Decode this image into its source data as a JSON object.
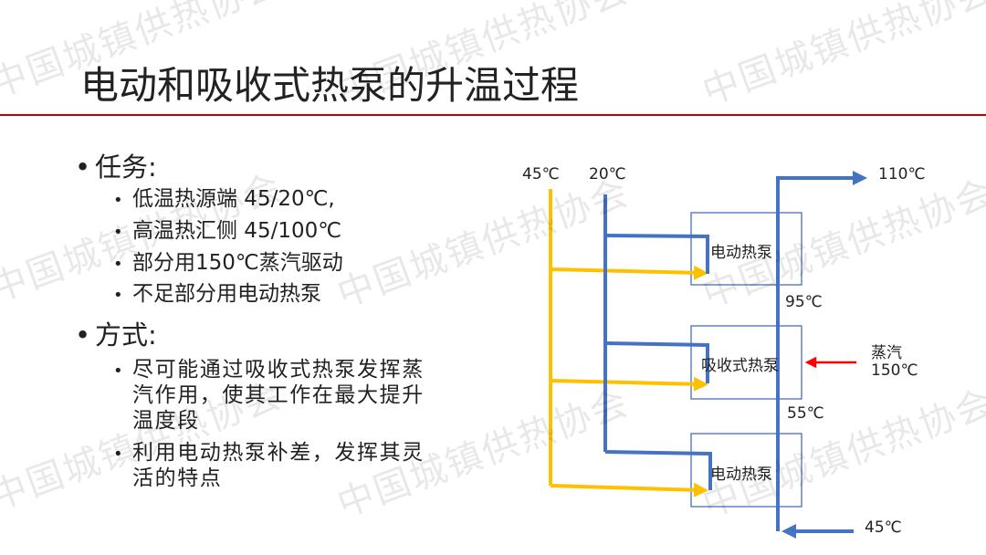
{
  "slide": {
    "title": "电动和吸收式热泵的升温过程",
    "watermark": "中国城镇供热协会",
    "bullets": [
      {
        "label": "任务:",
        "items": [
          "低温热源端 45/20℃,",
          "高温热汇侧 45/100℃",
          "部分用150℃蒸汽驱动",
          "不足部分用电动热泵"
        ]
      },
      {
        "label": "方式:",
        "items": [
          "尽可能通过吸收式热泵发挥蒸汽作用，使其工作在最大提升温度段",
          "利用电动热泵补差，发挥其灵活的特点"
        ]
      }
    ]
  },
  "diagram": {
    "source_supply_temp": "45℃",
    "source_return_temp": "20℃",
    "sink_out_temp": "110℃",
    "sink_mid_temp_1": "95℃",
    "sink_mid_temp_2": "55℃",
    "sink_in_temp": "45℃",
    "steam_label": "蒸汽",
    "steam_temp": "150℃",
    "boxes": [
      "电动热泵",
      "吸收式热泵",
      "电动热泵"
    ],
    "colors": {
      "hot_source": "#ffc000",
      "water": "#4472c4",
      "steam": "#ff0000",
      "box": "#4a6fb5",
      "rule": "#c00000"
    }
  }
}
